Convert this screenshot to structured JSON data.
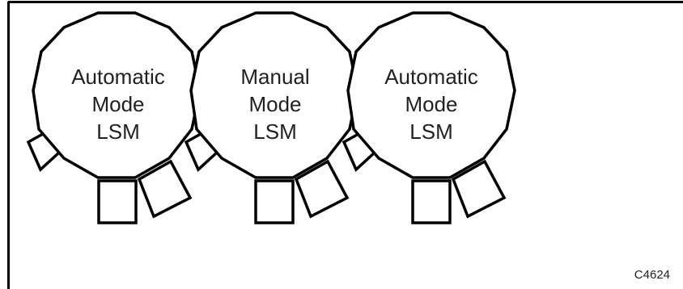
{
  "figure_id": "C4624",
  "lsms": [
    {
      "lines": [
        "Automatic",
        "Mode",
        "LSM"
      ]
    },
    {
      "lines": [
        "Manual",
        "Mode",
        "LSM"
      ]
    },
    {
      "lines": [
        "Automatic",
        "Mode",
        "LSM"
      ]
    }
  ]
}
